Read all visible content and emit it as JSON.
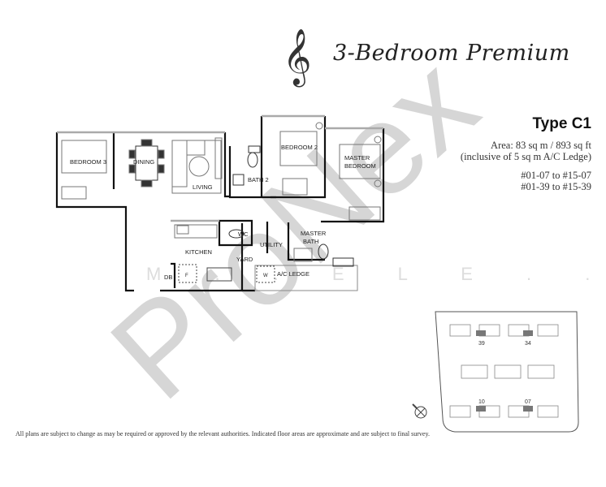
{
  "header": {
    "title": "3-Bedroom Premium",
    "clef_icon": "treble-clef-icon",
    "clef_glyph": "𝄞"
  },
  "unit": {
    "type_label": "Type C1",
    "area": "Area: 83 sq m / 893 sq ft",
    "ledge_note": "(inclusive of 5 sq m A/C Ledge)",
    "unit_ranges": [
      "#01-07 to #15-07",
      "#01-39 to #15-39"
    ]
  },
  "rooms": {
    "bedroom3": "BEDROOM 3",
    "dining": "DINING",
    "living": "LIVING",
    "bath2": "BATH 2",
    "bedroom2": "BEDROOM 2",
    "master_bedroom_line1": "MASTER",
    "master_bedroom_line2": "BEDROOM",
    "kitchen": "KITCHEN",
    "wc": "WC",
    "utility": "UTILITY",
    "yard": "YARD",
    "master_bath_line1": "MASTER",
    "master_bath_line2": "BATH",
    "ac_ledge": "A/C LEDGE",
    "db": "DB",
    "fridge": "F",
    "washer": "W"
  },
  "key_plan": {
    "labels": [
      "39",
      "34",
      "10",
      "07"
    ],
    "highlight_color": "#777777",
    "north_icon": "compass-north-icon"
  },
  "watermark": {
    "main": "ProNex",
    "sub": "M  .  .  E  L  E  .  .  L  E  E",
    "color": "#d4d4d4"
  },
  "footer": {
    "disclaimer": "All plans are subject to change as may be required or approved by the relevant authorities. Indicated floor areas are approximate and are subject to final survey."
  }
}
